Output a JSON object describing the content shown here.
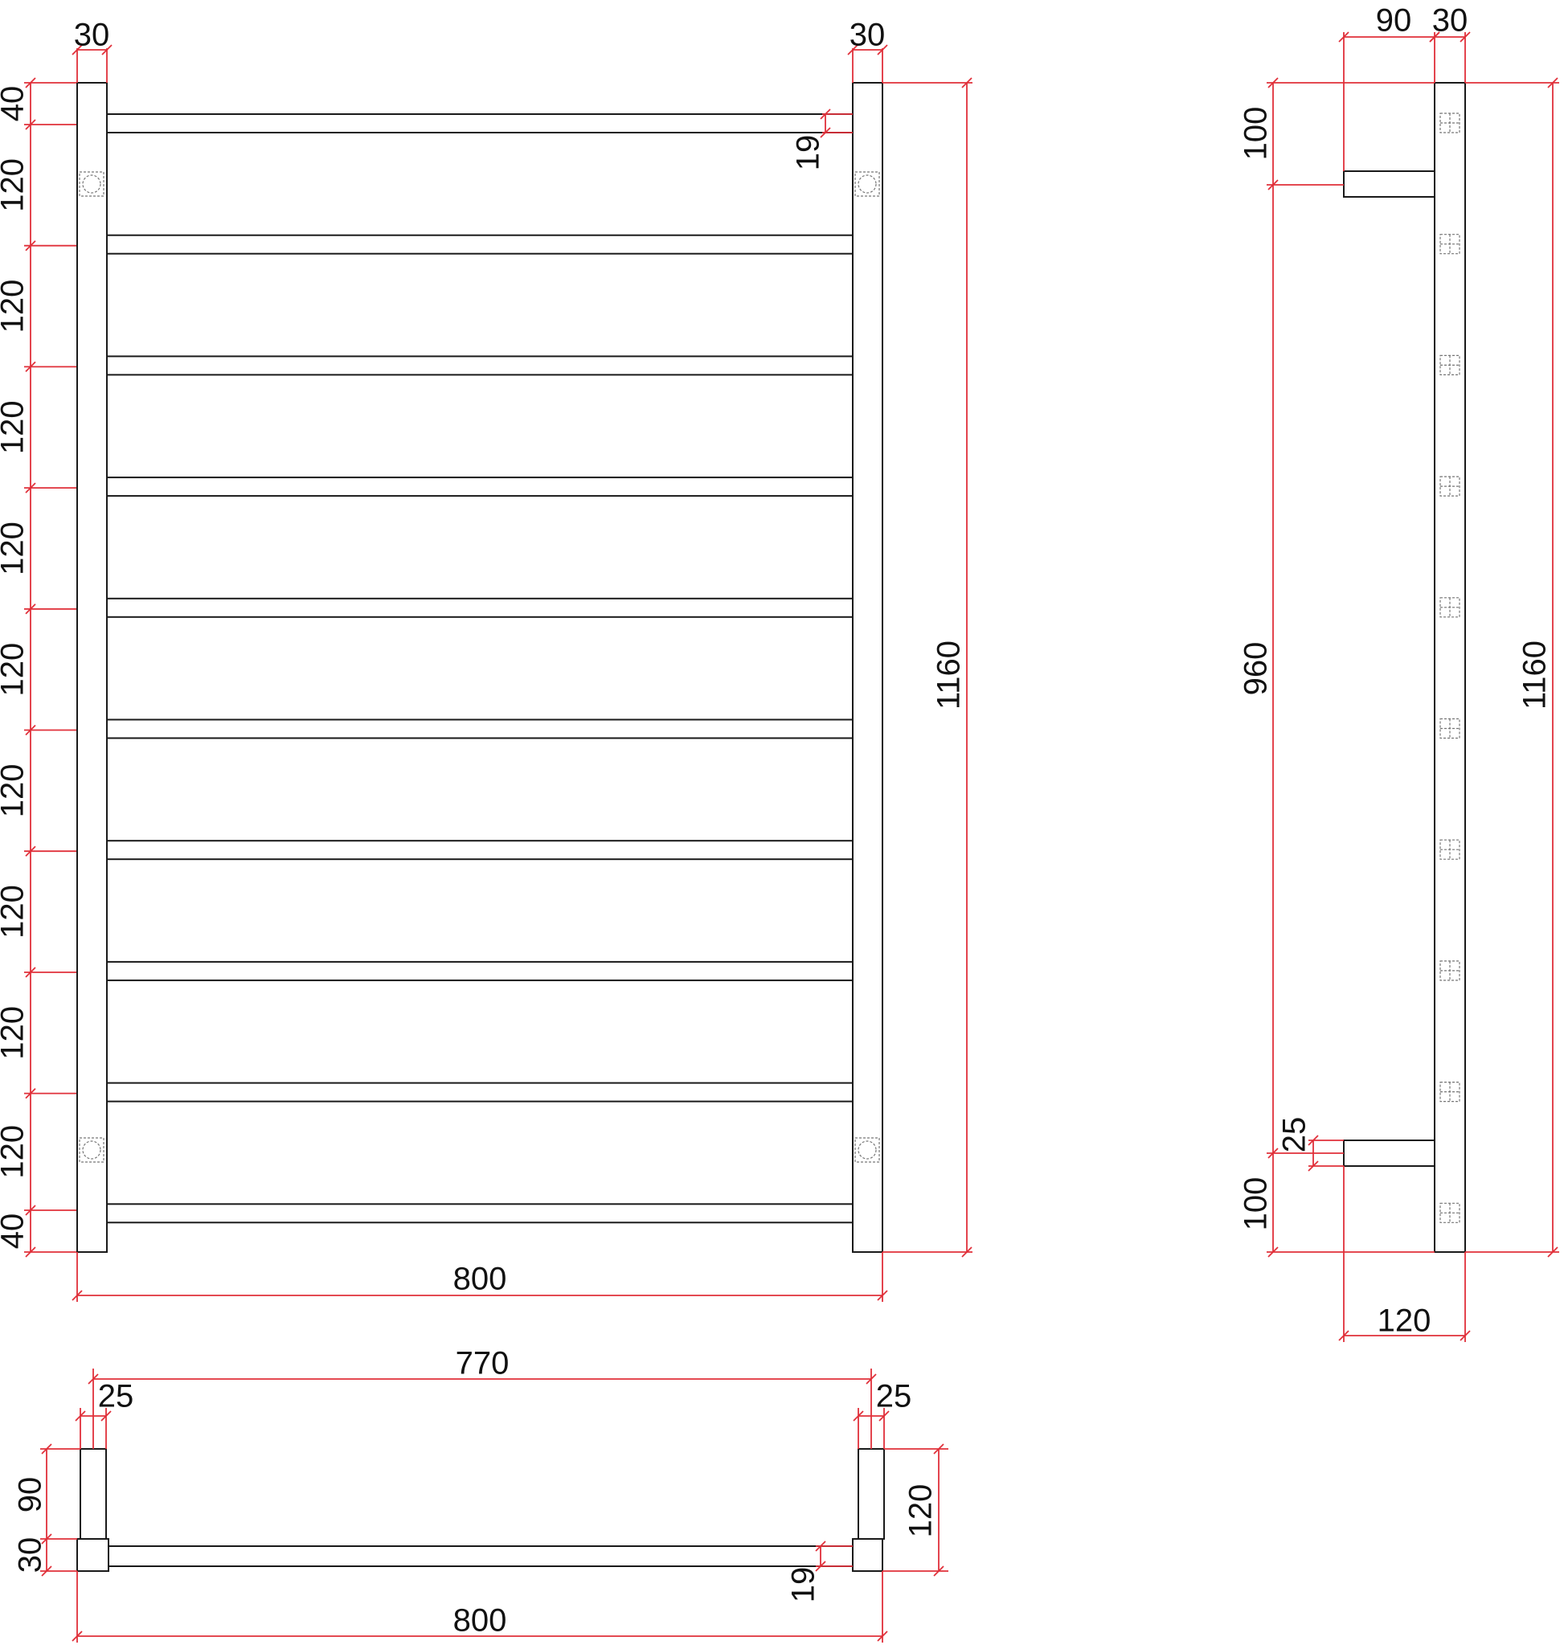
{
  "colors": {
    "outline": "#1a1a1a",
    "dimension": "#e0303a",
    "hidden_detail": "#777777",
    "text": "#111111",
    "background": "#ffffff"
  },
  "front_view": {
    "top_left_width": "30",
    "top_right_width": "30",
    "bar_thickness": "19",
    "left_spacings": [
      "40",
      "120",
      "120",
      "120",
      "120",
      "120",
      "120",
      "120",
      "120",
      "120",
      "40"
    ],
    "overall_height": "1160",
    "overall_width": "800"
  },
  "side_view": {
    "top_bracket_depth": "90",
    "top_upright_width": "30",
    "top_offset": "100",
    "bracket_span": "960",
    "bracket_thickness": "25",
    "bottom_offset": "100",
    "overall_height": "1160",
    "overall_depth": "120"
  },
  "plan_view": {
    "inner_width": "770",
    "left_bracket_width": "25",
    "right_bracket_width": "25",
    "left_bracket_depth": "90",
    "left_upright_depth": "30",
    "bar_thickness": "19",
    "right_overall_depth": "120",
    "overall_width": "800"
  }
}
